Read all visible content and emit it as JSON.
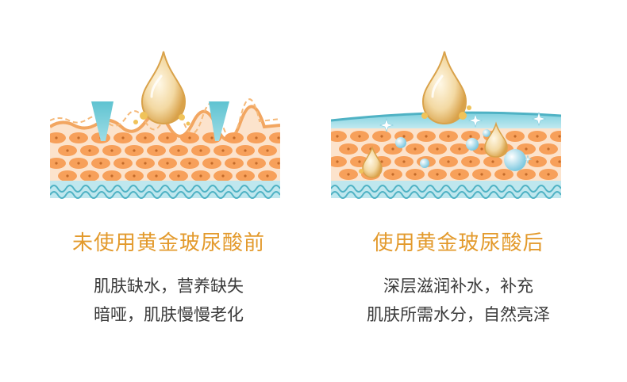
{
  "colors": {
    "heading": "#e39a2c",
    "body_text": "#3a3a3a",
    "cell_fill": "#f7a05a",
    "cell_bg": "#fce0c8",
    "moisture_blue": "#6fc6d6",
    "drop_gold": "#e8b860"
  },
  "left_panel": {
    "icons": [
      "skin-layer-dry-illustration",
      "serum-drop-icon",
      "down-arrow-icon"
    ],
    "heading": "未使用黄金玻尿酸前",
    "lines": [
      "肌肤缺水，营养缺失",
      "暗哑，肌肤慢慢老化"
    ]
  },
  "right_panel": {
    "icons": [
      "skin-layer-hydrated-illustration",
      "serum-drop-icon",
      "water-bubble-icon",
      "sparkle-icon"
    ],
    "heading": "使用黄金玻尿酸后",
    "lines": [
      "深层滋润补水，补充",
      "肌肤所需水分，自然亮泽"
    ]
  }
}
